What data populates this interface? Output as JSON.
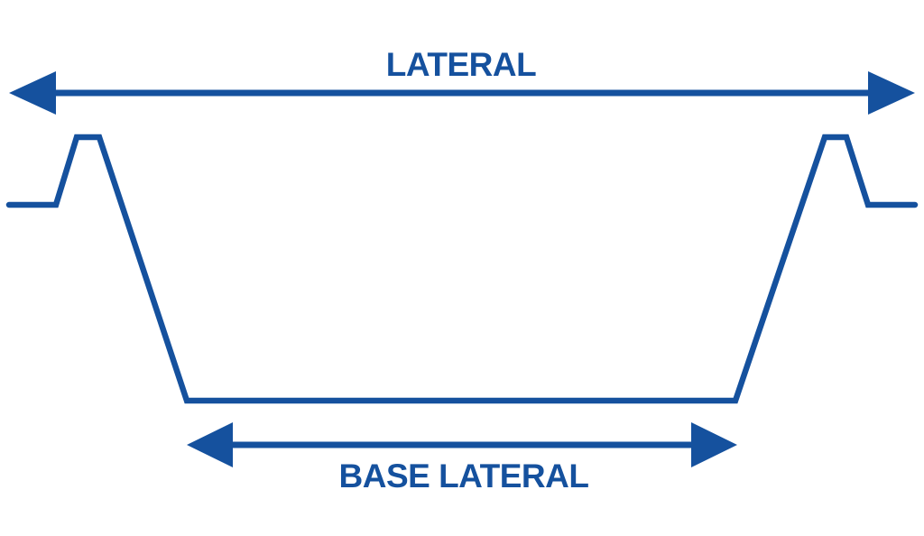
{
  "diagram": {
    "type": "panel-cross-section-dimension-diagram",
    "lateral_label": "LATERAL",
    "base_lateral_label": "BASE LATERAL"
  },
  "colors": {
    "line_blue": "#15519E",
    "background": "#FFFFFF"
  }
}
